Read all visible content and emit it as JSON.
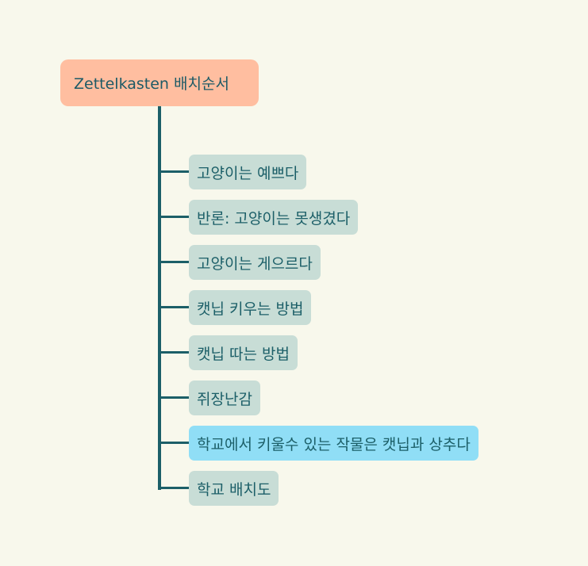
{
  "root": {
    "title": "Zettelkasten 배치순서"
  },
  "children": [
    {
      "label": "고양이는 예쁘다",
      "highlighted": false
    },
    {
      "label": "반론: 고양이는 못생겼다",
      "highlighted": false
    },
    {
      "label": "고양이는 게으르다",
      "highlighted": false
    },
    {
      "label": "캣닙 키우는 방법",
      "highlighted": false
    },
    {
      "label": "캣닙 따는 방법",
      "highlighted": false
    },
    {
      "label": "쥐장난감",
      "highlighted": false
    },
    {
      "label": "학교에서 키울수 있는 작물은 캣닙과 상추다",
      "highlighted": true
    },
    {
      "label": "학교 배치도",
      "highlighted": false
    }
  ],
  "colors": {
    "background": "#f8f8ec",
    "root_fill": "#ffbea0",
    "node_fill": "#c8ddd6",
    "highlight_fill": "#90def6",
    "line": "#1c5f68",
    "text": "#1c5f68"
  }
}
